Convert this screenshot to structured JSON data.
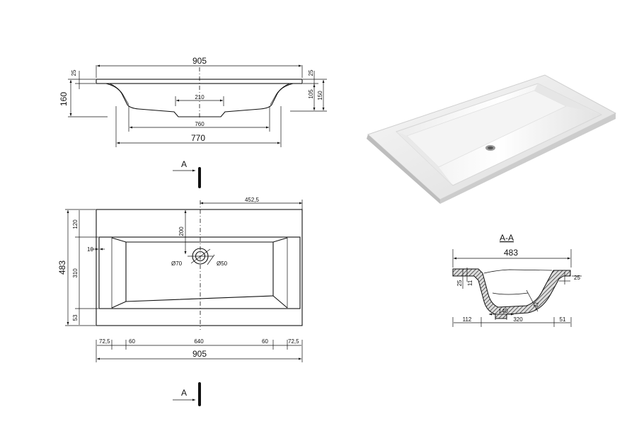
{
  "front_view": {
    "width_top": "905",
    "height_total": "160",
    "rim": "25",
    "inner_depth": "105",
    "outer_depth": "150",
    "drain_width": "210",
    "bottom_width": "760",
    "overall_base": "770"
  },
  "section_markers": {
    "top_label": "A",
    "bottom_label": "A"
  },
  "top_view": {
    "offset_right": "452,5",
    "drain_offset": "200",
    "rim_side": "10",
    "back_band": "120",
    "total_depth": "483",
    "bowl_depth": "310",
    "front_band": "53",
    "hole_large": "Ø70",
    "hole_small": "Ø50",
    "seg_edge_left": "72,5",
    "seg_side_left": "60",
    "seg_bowl": "640",
    "seg_side_right": "60",
    "seg_edge_right": "72,5",
    "overall_width": "905"
  },
  "section_view": {
    "title": "A-A",
    "width": "483",
    "rim_thickness": "11",
    "rim_height": "25",
    "right_lip": "25",
    "wall": "11",
    "drain_width": "140",
    "left_seg": "112",
    "mid_seg": "320",
    "right_seg": "51"
  }
}
